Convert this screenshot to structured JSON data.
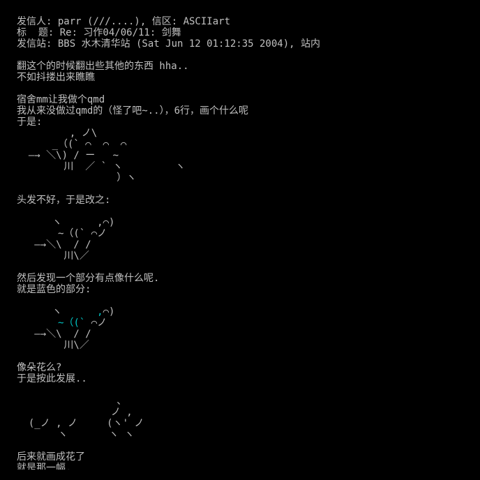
{
  "header": {
    "from_label": "发信人: ",
    "from_value": "parr (///....), 信区: ASCIIart",
    "title_label": "标  题: ",
    "title_value": "Re: 习作04/06/11: 剑舞",
    "site_label": "发信站: ",
    "site_value": "BBS 水木清华站 (Sat Jun 12 01:12:35 2004), 站内"
  },
  "body": {
    "p1_line1": "翻这个的时候翻出些其他的东西 hha..",
    "p1_line2": "不如抖搂出来瞧瞧",
    "p2_line1": "宿舍mm让我做个qmd",
    "p2_line2": "我从来没做过qmd的（怪了吧~..），6行，画个什么呢",
    "p2_line3": "于是:",
    "art1": [
      "         , ノ\\",
      "      _（(` ⌒  ⌒  ⌒",
      "  ―→ ＼\\) / ー   ~",
      "        川  ／ ` ヽ         ヽ",
      "                 ）ヽ"
    ],
    "p3_line1": "头发不好，于是改之:",
    "art2": [
      "      ヽ      ,⌒)",
      "       ~（(` ⌒ノ",
      "   ―→＼\\  / /",
      "        川\\／"
    ],
    "p4_line1": "然后发现一个部分有点像什么呢.",
    "p4_line2": "就是蓝色的部分:",
    "art3": [
      {
        "a": "      ヽ      ",
        "b": ",",
        "c": "⌒)"
      },
      {
        "a": "       ",
        "b": "~（(`",
        "c": " ⌒ノ"
      },
      {
        "a": "   ―→＼\\  / /",
        "b": "",
        "c": ""
      },
      {
        "a": "        川\\／",
        "b": "",
        "c": ""
      }
    ],
    "p5_line1": "像朵花么?",
    "p5_line2": "于是按此发展..",
    "art4": [
      "                 、",
      "                ノ ,",
      "  (_ノ , ノ     (ヽ' ノ",
      "       ヽ       ヽ ヽ"
    ],
    "p6_line1": "后来就画成花了",
    "p6_line2": "就是那一幅."
  },
  "colors": {
    "background": "#000000",
    "text": "#c0c0c0",
    "highlight": "#00c8c8"
  }
}
